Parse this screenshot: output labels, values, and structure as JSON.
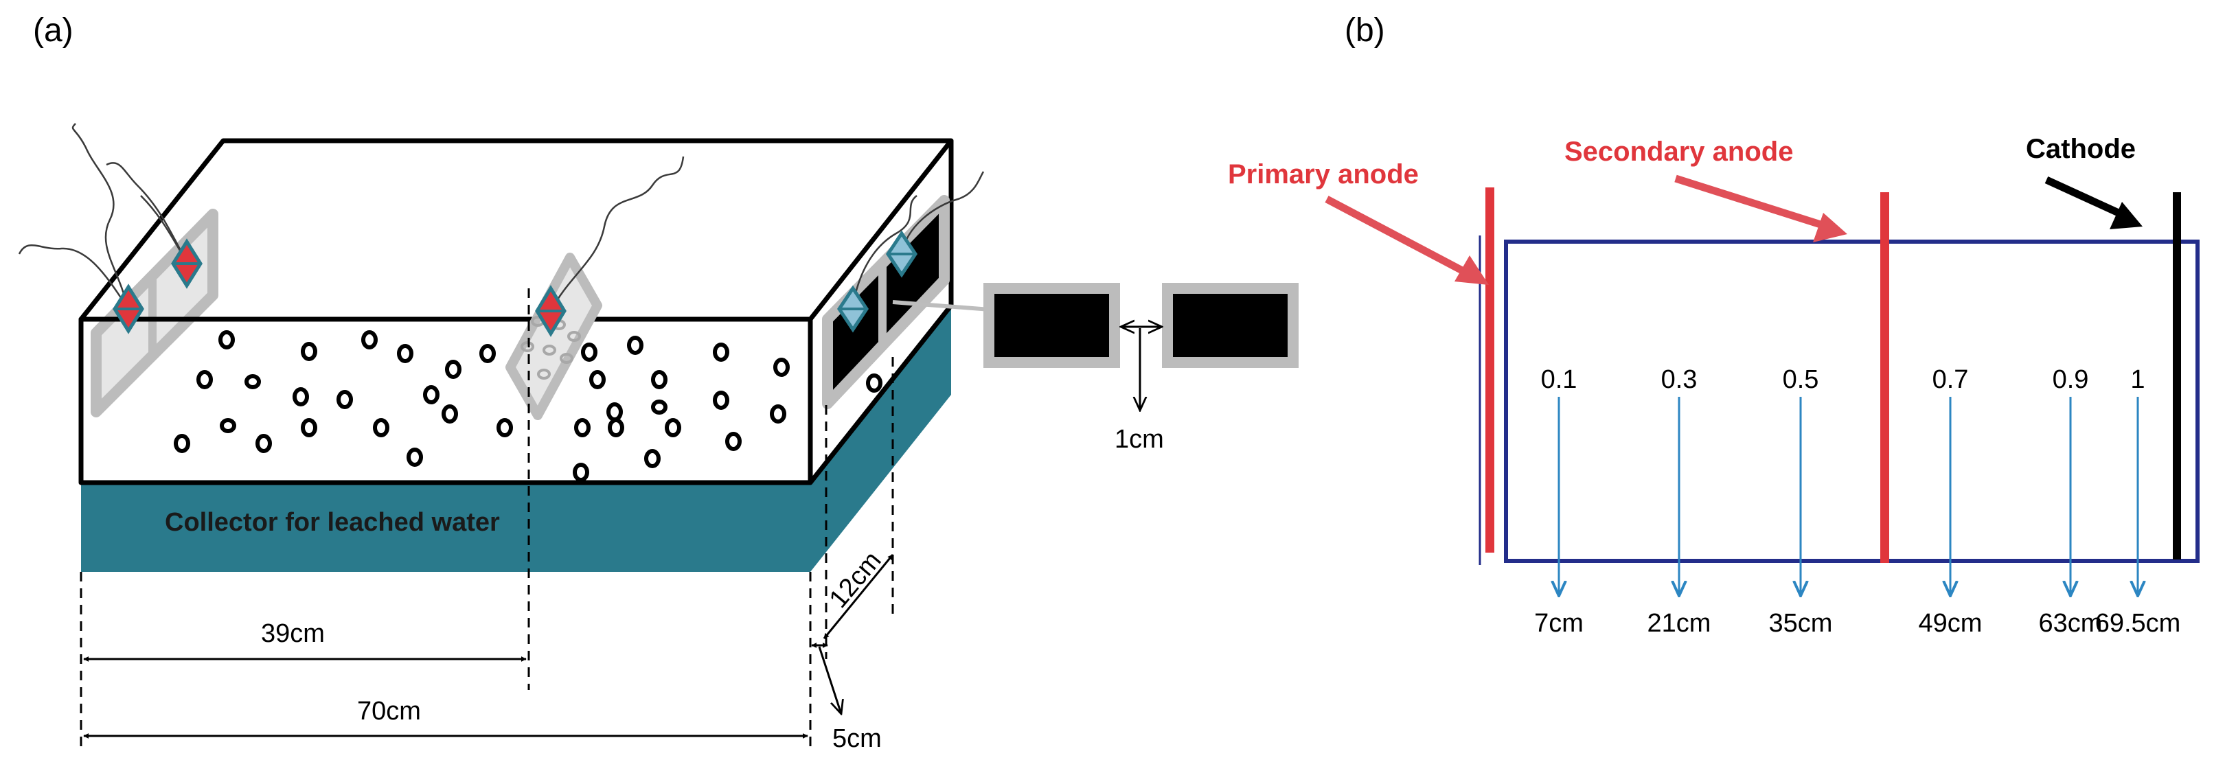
{
  "panel_a": {
    "label": "(a)",
    "collector_label": "Collector for leached water",
    "dim_39": "39cm",
    "dim_70": "70cm",
    "dim_12": "12cm",
    "dim_5": "5cm",
    "dim_1": "1cm"
  },
  "panel_b": {
    "label": "(b)",
    "primary_anode": "Primary anode",
    "secondary_anode": "Secondary anode",
    "cathode": "Cathode",
    "positions": [
      {
        "value": "0.1",
        "distance": "7cm"
      },
      {
        "value": "0.3",
        "distance": "21cm"
      },
      {
        "value": "0.5",
        "distance": "35cm"
      },
      {
        "value": "0.7",
        "distance": "49cm"
      },
      {
        "value": "0.9",
        "distance": "63cm"
      },
      {
        "value": "1",
        "distance": "69.5cm"
      }
    ]
  },
  "colors": {
    "teal": "#2a7a8c",
    "anode_red": "#e0363c",
    "arrow_red": "#e05058",
    "box_blue": "#232d8a",
    "arrow_blue": "#2c86c2",
    "cathode_black": "#000000"
  }
}
